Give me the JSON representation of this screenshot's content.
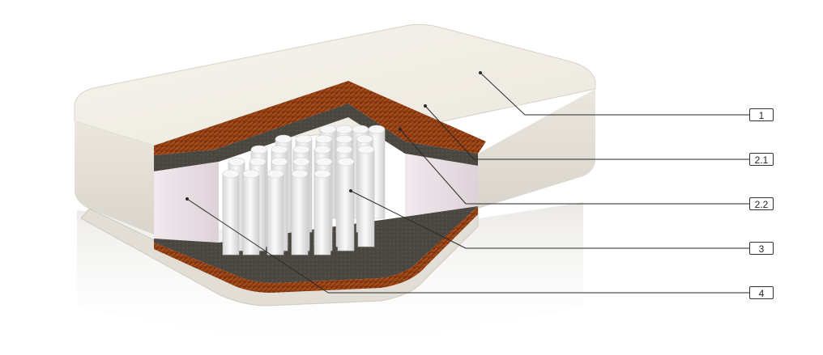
{
  "callouts": [
    {
      "id": "1",
      "label": "1"
    },
    {
      "id": "2.1",
      "label": "2.1"
    },
    {
      "id": "2.2",
      "label": "2.2"
    },
    {
      "id": "3",
      "label": "3"
    },
    {
      "id": "4",
      "label": "4"
    }
  ],
  "colors": {
    "cover": "#ece8de",
    "coir": "#8a3a12",
    "felt": "#4a4640",
    "foam": "#e9dfe4",
    "springs": "#e6e6e6",
    "leader": "#2a2a2a"
  }
}
